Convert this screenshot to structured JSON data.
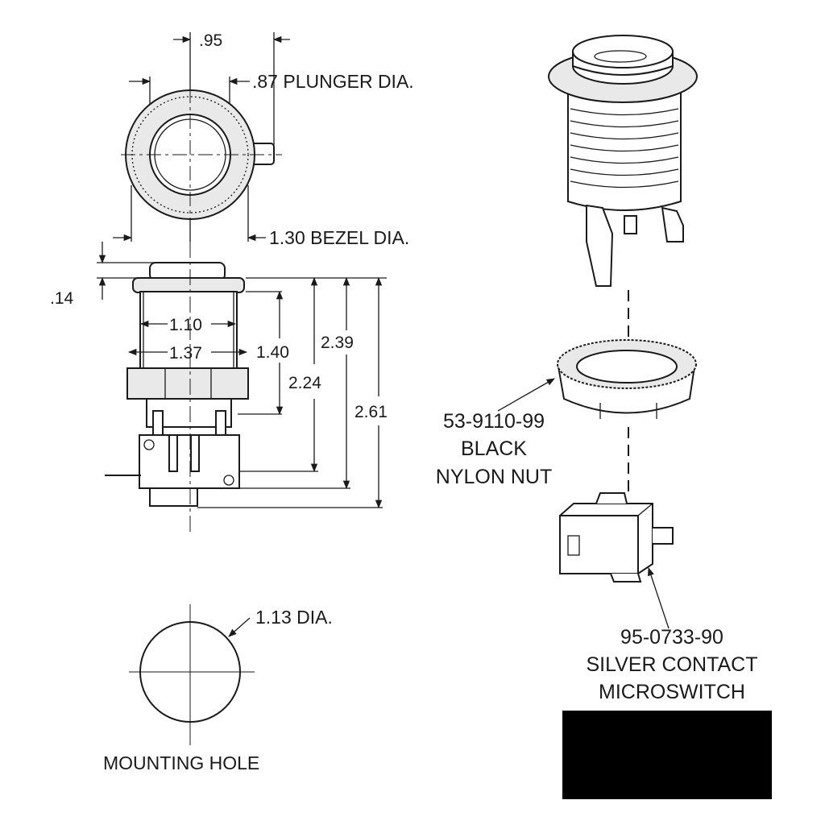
{
  "dimensions": {
    "top_width": ".95",
    "plunger_dia": ".87 PLUNGER DIA.",
    "bezel_dia": "1.30 BEZEL DIA.",
    "bezel_height": ".14",
    "inner_width": "1.10",
    "thread_width": "1.37",
    "thread_length": "1.40",
    "height_a": "2.24",
    "height_b": "2.39",
    "height_c": "2.61",
    "mount_dia": "1.13 DIA."
  },
  "labels": {
    "mounting_hole": "MOUNTING HOLE",
    "nut_part_no": "53-9110-99",
    "nut_line2": "BLACK",
    "nut_line3": "NYLON NUT",
    "switch_part_no": "95-0733-90",
    "switch_line2": "SILVER CONTACT",
    "switch_line3": "MICROSWITCH"
  }
}
